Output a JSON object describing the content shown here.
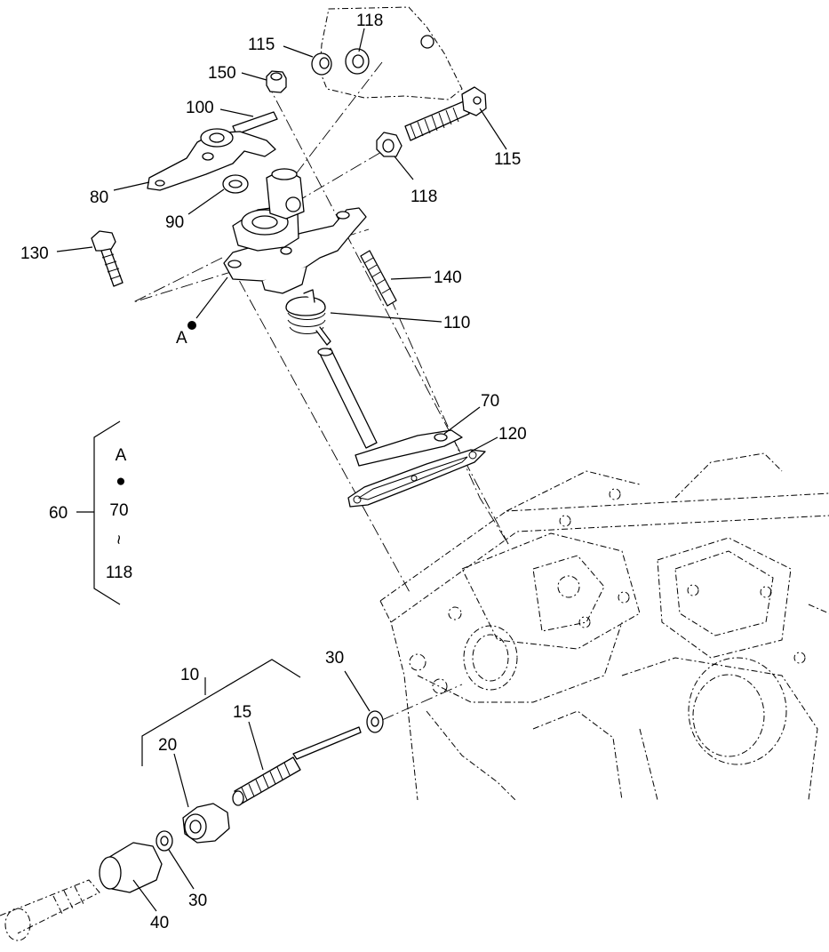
{
  "labels": {
    "l115a": "115",
    "l118a": "118",
    "l150": "150",
    "l100": "100",
    "l115b": "115",
    "l118b": "118",
    "l80": "80",
    "l90": "90",
    "l130": "130",
    "l140": "140",
    "l110": "110",
    "lA": "A",
    "l70": "70",
    "l120": "120",
    "l10": "10",
    "l30a": "30",
    "l15": "15",
    "l20": "20",
    "l30b": "30",
    "l40": "40"
  },
  "legend": {
    "group_number": "60",
    "line_a": "A",
    "line_dot": "●",
    "line_from": "70",
    "line_tilde": "~",
    "line_to": "118"
  }
}
